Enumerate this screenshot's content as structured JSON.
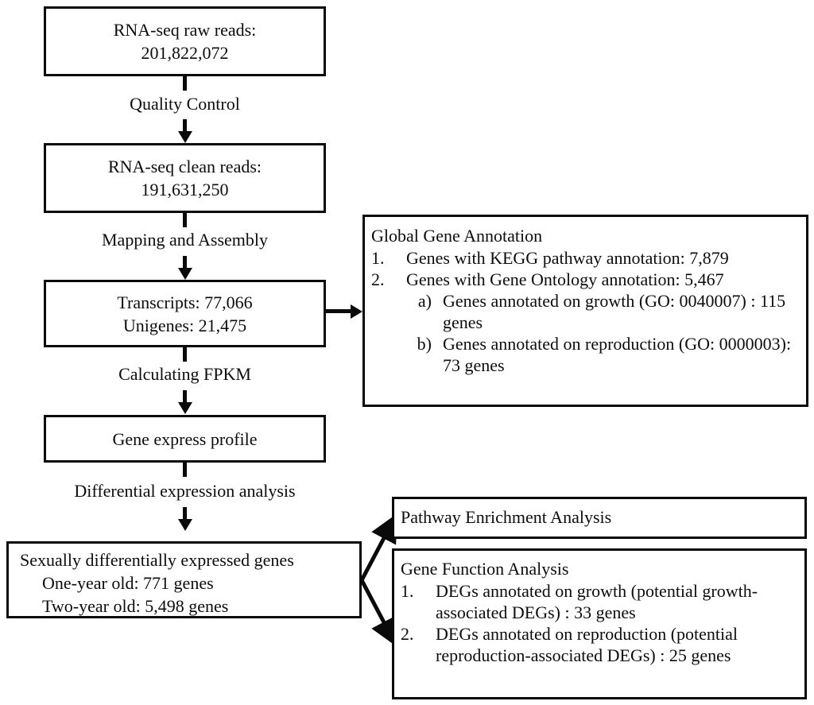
{
  "nodes": {
    "raw_reads": {
      "line1": "RNA-seq raw reads:",
      "line2": "201,822,072"
    },
    "clean_reads": {
      "line1": "RNA-seq clean reads:",
      "line2": "191,631,250"
    },
    "assembly": {
      "line1": "Transcripts: 77,066",
      "line2": "Unigenes: 21,475"
    },
    "expression_profile": {
      "line1": "Gene express profile"
    },
    "sdeg": {
      "line1": "Sexually differentially expressed genes",
      "line2": "One-year old: 771 genes",
      "line3": "Two-year old: 5,498 genes"
    },
    "global_annotation": {
      "header": "Global Gene Annotation",
      "item1_marker": "1.",
      "item1_text": "Genes with KEGG pathway annotation: 7,879",
      "item2_marker": "2.",
      "item2_text": "Genes with Gene Ontology annotation: 5,467",
      "item2a_marker": "a)",
      "item2a_text": "Genes annotated on growth (GO: 0040007) : 115 genes",
      "item2b_marker": "b)",
      "item2b_text": "Genes annotated on reproduction (GO: 0000003): 73 genes"
    },
    "pathway_enrichment": {
      "header": "Pathway Enrichment Analysis"
    },
    "gene_function": {
      "header": "Gene Function Analysis",
      "item1_marker": "1.",
      "item1_text": "DEGs annotated on growth (potential growth-associated DEGs) : 33 genes",
      "item2_marker": "2.",
      "item2_text": "DEGs annotated on reproduction (potential reproduction-associated DEGs) : 25 genes"
    }
  },
  "edges": {
    "quality_control": "Quality Control",
    "mapping_assembly": "Mapping  and Assembly",
    "calculating_fpkm": "Calculating FPKM",
    "differential_expression": "Differential expression analysis"
  },
  "style": {
    "stroke": "#0a0a0a",
    "background": "#ffffff",
    "text": "#0d0d0d"
  }
}
